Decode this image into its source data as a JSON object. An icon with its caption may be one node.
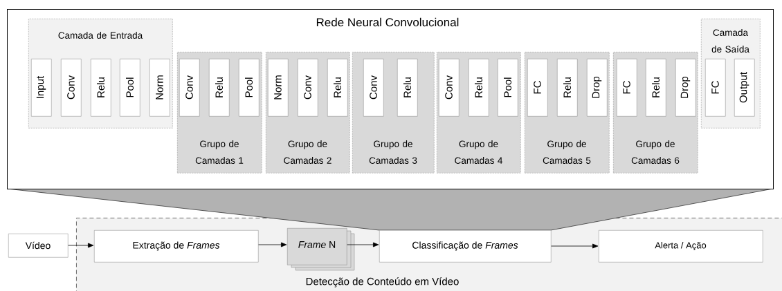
{
  "diagram": {
    "nodes": [
      {
        "text": [
          "Rede Neural Convolucional"
        ]
      },
      {
        "text": [
          "Camada de Entrada"
        ],
        "in": 0
      },
      {
        "text": [
          "Input"
        ],
        "in": 1
      },
      {
        "text": [
          "Conv"
        ],
        "in": 1
      },
      {
        "text": [
          "Relu"
        ],
        "in": 1
      },
      {
        "text": [
          "Pool"
        ],
        "in": 1
      },
      {
        "text": [
          "Norm"
        ],
        "in": 1
      },
      {
        "text": [
          "Grupo de Camadas 1"
        ],
        "in": 0
      },
      {
        "text": [
          "Conv"
        ],
        "in": 7
      },
      {
        "text": [
          "Relu"
        ],
        "in": 7
      },
      {
        "text": [
          "Pool"
        ],
        "in": 7
      },
      {
        "text": [
          "Grupo de Camadas 2"
        ],
        "in": 0
      },
      {
        "text": [
          "Norm"
        ],
        "in": 11
      },
      {
        "text": [
          "Conv"
        ],
        "in": 11
      },
      {
        "text": [
          "Relu"
        ],
        "in": 11
      },
      {
        "text": [
          "Grupo de Camadas 3"
        ],
        "in": 0
      },
      {
        "text": [
          "Conv"
        ],
        "in": 15
      },
      {
        "text": [
          "Relu"
        ],
        "in": 15
      },
      {
        "text": [
          "Grupo de Camadas 4"
        ],
        "in": 0
      },
      {
        "text": [
          "Conv"
        ],
        "in": 18
      },
      {
        "text": [
          "Relu"
        ],
        "in": 18
      },
      {
        "text": [
          "Pool"
        ],
        "in": 18
      },
      {
        "text": [
          "Grupo de Camadas 5"
        ],
        "in": 0
      },
      {
        "text": [
          "FC"
        ],
        "in": 22
      },
      {
        "text": [
          "Relu"
        ],
        "in": 22
      },
      {
        "text": [
          "Drop"
        ],
        "in": 22
      },
      {
        "text": [
          "Grupo de Camadas 6"
        ],
        "in": 0
      },
      {
        "text": [
          "FC"
        ],
        "in": 26
      },
      {
        "text": [
          "Relu"
        ],
        "in": 26
      },
      {
        "text": [
          "Drop"
        ],
        "in": 26
      },
      {
        "text": [
          "Camada de Saída"
        ],
        "in": 0
      },
      {
        "text": [
          "FC"
        ],
        "in": 30
      },
      {
        "text": [
          "Output"
        ],
        "in": 30
      },
      {
        "text": [
          "Detecção de Conteúdo em Vídeo"
        ]
      },
      {
        "text": [
          "Vídeo"
        ]
      },
      {
        "text": [
          "Extração de *Frames*"
        ],
        "in": 33
      },
      {
        "text": [
          "*Frame* N"
        ],
        "in": 33
      },
      {
        "text": [
          "Classificação de *Frames*"
        ],
        "in": 33
      },
      {
        "text": [
          "Alerta / Ação"
        ],
        "in": 33
      }
    ],
    "edges": [
      {
        "from": 34,
        "to": 35,
        "arrow": "to"
      },
      {
        "from": 35,
        "to": 36,
        "arrow": "to"
      },
      {
        "from": 36,
        "to": 37,
        "arrow": "to"
      },
      {
        "from": 37,
        "to": 38,
        "arrow": "to"
      }
    ]
  }
}
